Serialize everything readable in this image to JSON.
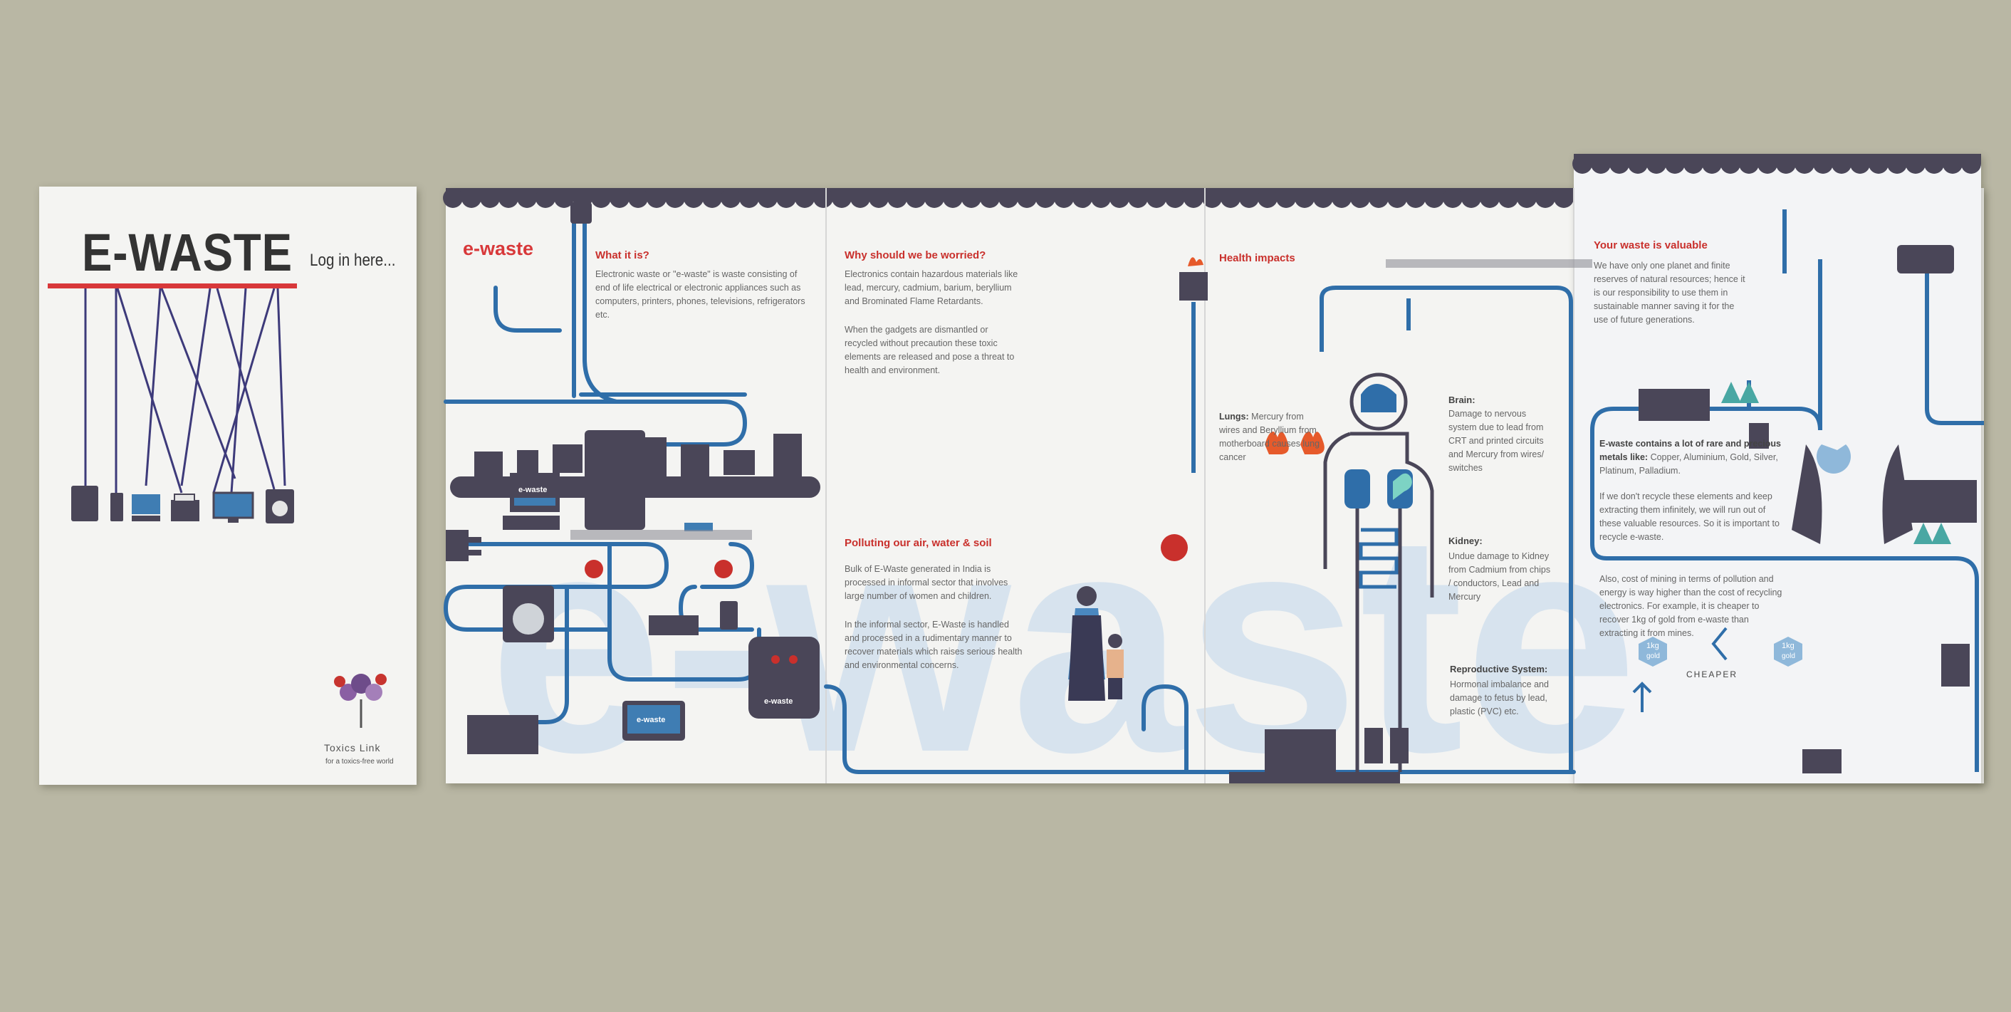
{
  "cover": {
    "title": "E-WASTE",
    "login": "Log in here...",
    "org": "Toxics Link",
    "tagline": "for a toxics-free world"
  },
  "panel1": {
    "logo": "e-waste",
    "heading": "What it is?",
    "text": "Electronic waste or \"e-waste\" is waste consisting of end of life electrical or electronic appliances such as computers, printers, phones, televisions, refrigerators etc.",
    "monitor_label": "e-waste",
    "tv_label": "e-waste",
    "box_label": "e-waste"
  },
  "panel2": {
    "heading1": "Why should we be worried?",
    "text1a": "Electronics contain hazardous materials like lead, mercury, cadmium, barium, beryllium and Brominated Flame Retardants.",
    "text1b": "When the gadgets are dismantled or recycled without precaution these toxic elements are released and pose a threat to health and environment.",
    "heading2": "Polluting our air, water & soil",
    "text2a": "Bulk of E-Waste generated in India is processed in informal sector that involves large number of women and children.",
    "text2b": "In the informal sector, E-Waste is handled and processed in a rudimentary manner to recover materials which raises serious health and environmental concerns."
  },
  "panel3": {
    "heading": "Health impacts",
    "lungs_label": "Lungs:",
    "lungs_text": "Mercury from wires and Beryllium from motherboard causes lung cancer",
    "brain_label": "Brain:",
    "brain_text": "Damage to nervous system due to lead from CRT and printed circuits and Mercury from wires/ switches",
    "kidney_label": "Kidney:",
    "kidney_text": "Undue damage to Kidney from Cadmium from chips / conductors, Lead and Mercury",
    "repro_label": "Reproductive System:",
    "repro_text": "Hormonal imbalance and damage to fetus by lead, plastic (PVC) etc."
  },
  "panel4": {
    "heading": "Your waste is valuable",
    "text1": "We have only one planet and finite reserves of natural resources; hence it is our responsibility to use them in sustainable manner saving it for the use of future generations.",
    "metals_label": "E-waste contains a lot of rare and precious metals like:",
    "metals_text": "Copper, Aluminium, Gold, Silver, Platinum, Palladium.",
    "text2": "If we don't recycle these elements and keep extracting them infinitely, we will run out of these valuable resources. So it is important to recycle e-waste.",
    "text3": "Also, cost of mining in terms of pollution and energy is way higher than the cost of recycling electronics. For example, it is cheaper to recover 1kg of gold from e-waste than extracting it from mines.",
    "gold1_a": "1kg",
    "gold1_b": "gold",
    "gold2_a": "1kg",
    "gold2_b": "gold",
    "cheaper": "CHEAPER"
  },
  "colors": {
    "pipe": "#2f6ea9",
    "dark": "#4a4658",
    "red": "#d8383a",
    "watermark": "#bcd3e8",
    "background": "#b9b7a4"
  }
}
